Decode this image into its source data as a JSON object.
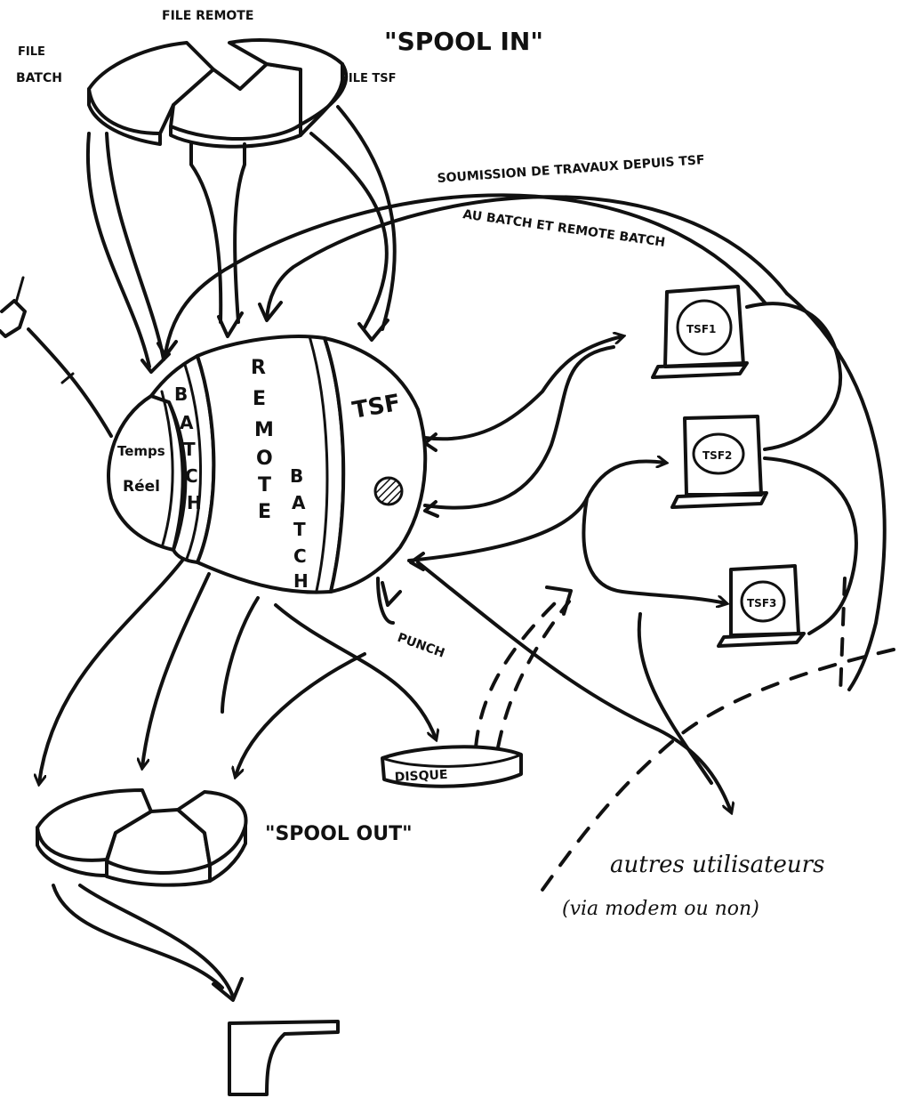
{
  "labels": {
    "file_remote": "FILE REMOTE",
    "file_batch_line1": "FILE",
    "file_batch_line2": "BATCH",
    "file_tsf": "FILE TSF",
    "spool_in": "\"SPOOL IN\"",
    "soumission_line1": "SOUMISSION DE TRAVAUX DEPUIS TSF",
    "soumission_line2": "AU BATCH ET REMOTE BATCH",
    "temps_reel_line1": "Temps",
    "temps_reel_line2": "Réel",
    "batch_letters": [
      "B",
      "A",
      "T",
      "C",
      "H"
    ],
    "remote_letters": [
      "R",
      "E",
      "M",
      "O",
      "T",
      "E"
    ],
    "remote_batch_letters": [
      "B",
      "A",
      "T",
      "C",
      "H"
    ],
    "tsf": "TSF",
    "tsf1": "TSF1",
    "tsf2": "TSF2",
    "tsf3": "TSF3",
    "punch": "PUNCH",
    "disque": "DISQUE",
    "spool_out": "\"SPOOL OUT\"",
    "autres_line1": "autres utilisateurs",
    "autres_line2": "(via modem ou non)"
  },
  "icons": {
    "hatched_disk": "hatched-disk-icon",
    "terminal": "terminal-icon",
    "printer": "printer-icon"
  },
  "colors": {
    "ink": "#111111",
    "paper": "#ffffff"
  }
}
